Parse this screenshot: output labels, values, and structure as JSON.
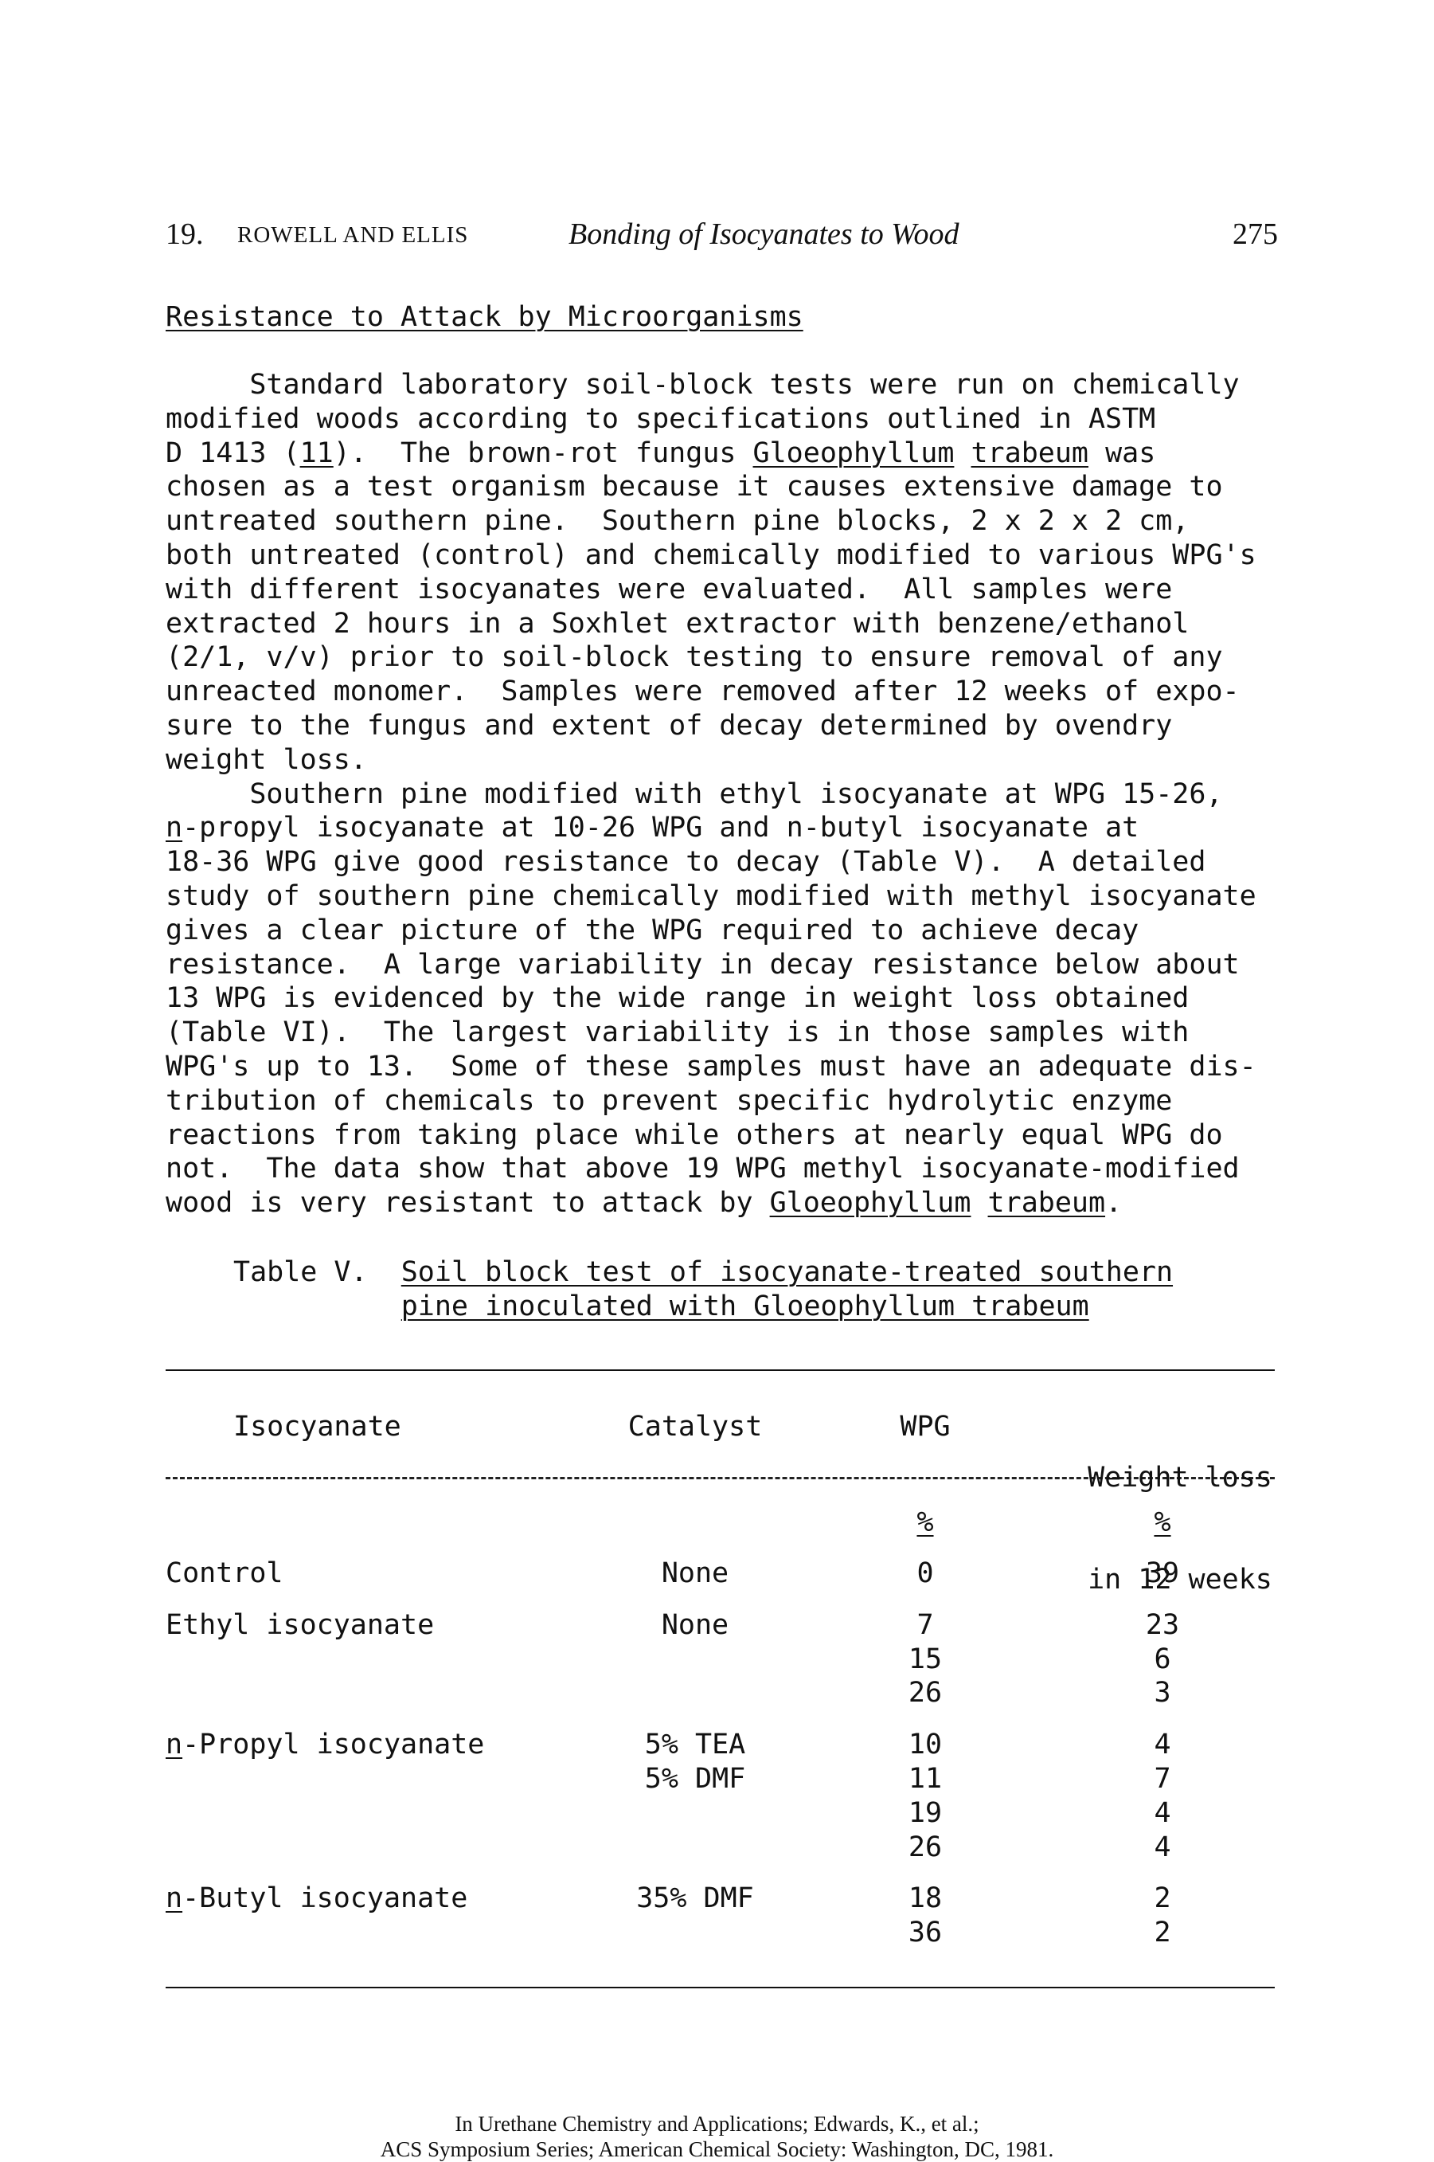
{
  "header": {
    "chapter_number": "19.",
    "authors": "ROWELL AND ELLIS",
    "title": "Bonding of Isocyanates to Wood",
    "page_number": "275"
  },
  "section_heading": "Resistance to Attack by Microorganisms",
  "body_lines": [
    "     Standard laboratory soil-block tests were run on chemically",
    "modified woods according to specifications outlined in ASTM",
    "D 1413 (11).  The brown-rot fungus Gloeophyllum trabeum was",
    "chosen as a test organism because it causes extensive damage to",
    "untreated southern pine.  Southern pine blocks, 2 x 2 x 2 cm,",
    "both untreated (control) and chemically modified to various WPG's",
    "with different isocyanates were evaluated.  All samples were",
    "extracted 2 hours in a Soxhlet extractor with benzene/ethanol",
    "(2/1, v/v) prior to soil-block testing to ensure removal of any",
    "unreacted monomer.  Samples were removed after 12 weeks of expo-",
    "sure to the fungus and extent of decay determined by ovendry",
    "weight loss.",
    "     Southern pine modified with ethyl isocyanate at WPG 15-26,",
    "n-propyl isocyanate at 10-26 WPG and n-butyl isocyanate at",
    "18-36 WPG give good resistance to decay (Table V).  A detailed",
    "study of southern pine chemically modified with methyl isocyanate",
    "gives a clear picture of the WPG required to achieve decay",
    "resistance.  A large variability in decay resistance below about",
    "13 WPG is evidenced by the wide range in weight loss obtained",
    "(Table VI).  The largest variability is in those samples with",
    "WPG's up to 13.  Some of these samples must have an adequate dis-",
    "tribution of chemicals to prevent specific hydrolytic enzyme",
    "reactions from taking place while others at nearly equal WPG do",
    "not.  The data show that above 19 WPG methyl isocyanate-modified",
    "wood is very resistant to attack by Gloeophyllum trabeum."
  ],
  "table": {
    "label": "Table V.",
    "caption_line1": "Soil block test of isocyanate-treated southern",
    "caption_line2": "pine inoculated with Gloeophyllum trabeum",
    "headers": {
      "isocyanate": "Isocyanate",
      "catalyst": "Catalyst",
      "wpg": "WPG",
      "weight_loss_1": "Weight loss",
      "weight_loss_2": "in 12 weeks"
    },
    "units": {
      "wpg": "%",
      "weight_loss": "%"
    },
    "groups": [
      {
        "isocyanate": "Control",
        "catalysts": [
          "None"
        ],
        "rows": [
          {
            "wpg": "0",
            "loss": "39"
          }
        ]
      },
      {
        "isocyanate": "Ethyl isocyanate",
        "catalysts": [
          "None"
        ],
        "rows": [
          {
            "wpg": "7",
            "loss": "23"
          },
          {
            "wpg": "15",
            "loss": "6"
          },
          {
            "wpg": "26",
            "loss": "3"
          }
        ]
      },
      {
        "isocyanate": "n-Propyl isocyanate",
        "catalysts": [
          "5% TEA",
          "5% DMF"
        ],
        "rows": [
          {
            "wpg": "10",
            "loss": "4"
          },
          {
            "wpg": "11",
            "loss": "7"
          },
          {
            "wpg": "19",
            "loss": "4"
          },
          {
            "wpg": "26",
            "loss": "4"
          }
        ]
      },
      {
        "isocyanate": "n-Butyl isocyanate",
        "catalysts": [
          "35% DMF"
        ],
        "rows": [
          {
            "wpg": "18",
            "loss": "2"
          },
          {
            "wpg": "36",
            "loss": "2"
          }
        ]
      }
    ]
  },
  "footer": {
    "line1": "In Urethane Chemistry and Applications; Edwards, K., et al.;",
    "line2": "ACS Symposium Series; American Chemical Society: Washington, DC, 1981."
  }
}
